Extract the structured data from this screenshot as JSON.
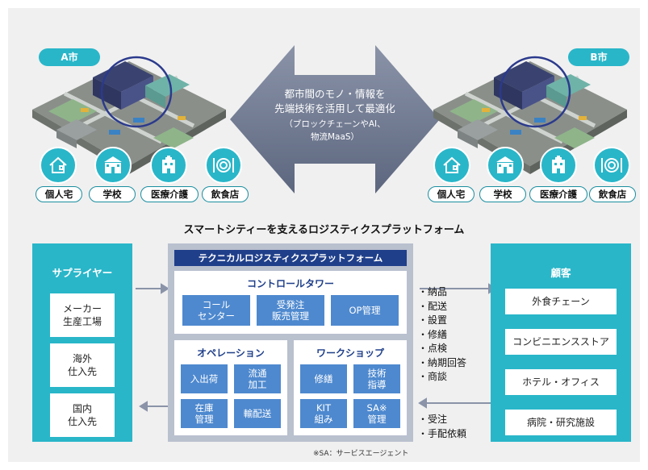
{
  "city_a": {
    "label": "A市"
  },
  "city_b": {
    "label": "B市"
  },
  "facilities": [
    "個人宅",
    "学校",
    "医療介護",
    "飲食店"
  ],
  "center": {
    "line1": "都市間のモノ・情報を",
    "line2": "先端技術を活用して最適化",
    "line3": "（ブロックチェーンやAI、",
    "line4": "物流MaaS）"
  },
  "platform_heading": "スマートシティーを支えるロジスティクスプラットフォーム",
  "supplier": {
    "title": "サプライヤー",
    "items": [
      "メーカー\n生産工場",
      "海外\n仕入先",
      "国内\n仕入先"
    ]
  },
  "customer": {
    "title": "顧客",
    "items": [
      "外食チェーン",
      "コンビニエンスストア",
      "ホテル・オフィス",
      "病院・研究施設"
    ]
  },
  "platform": {
    "title": "テクニカルロジスティクスプラットフォーム",
    "control_tower": {
      "title": "コントロールタワー",
      "tiles": [
        "コール\nセンター",
        "受発注\n販売管理",
        "OP管理"
      ]
    },
    "operation": {
      "title": "オペレーション",
      "tiles": [
        "入出荷",
        "流通\n加工",
        "在庫\n管理",
        "輸配送"
      ]
    },
    "workshop": {
      "title": "ワークショップ",
      "tiles": [
        "修繕",
        "技術\n指導",
        "KIT\n組み",
        "SA※\n管理"
      ]
    }
  },
  "services_out": [
    "納品",
    "配送",
    "設置",
    "修繕",
    "点検",
    "納期回答",
    "商談"
  ],
  "services_in": [
    "受注",
    "手配依頼"
  ],
  "footnote": "※SA：サービスエージェント",
  "colors": {
    "teal": "#29b6c9",
    "navy": "#1f3f8a",
    "tile_blue": "#4e89cf",
    "platform_gray": "#b9c0ce"
  }
}
